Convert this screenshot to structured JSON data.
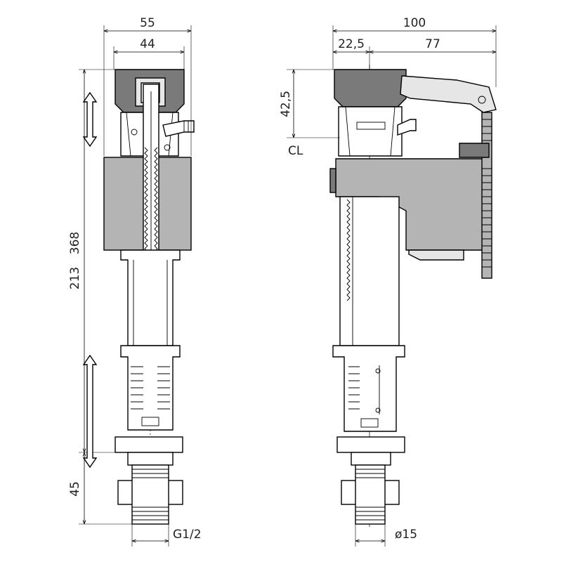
{
  "colors": {
    "line": "#000000",
    "body_fill": "#b4b4b4",
    "dark_fill": "#7a7a7a",
    "light_fill": "#e6e6e6",
    "background": "#ffffff"
  },
  "front_view": {
    "width_overall": "55",
    "width_inner": "44",
    "height_total": "368",
    "height_mid": "213",
    "height_base": "45",
    "thread": "G1/2"
  },
  "side_view": {
    "width_overall": "100",
    "offset_left": "22,5",
    "offset_right": "77",
    "height_top": "42,5",
    "reference_label": "CL",
    "diameter": "ø15"
  }
}
